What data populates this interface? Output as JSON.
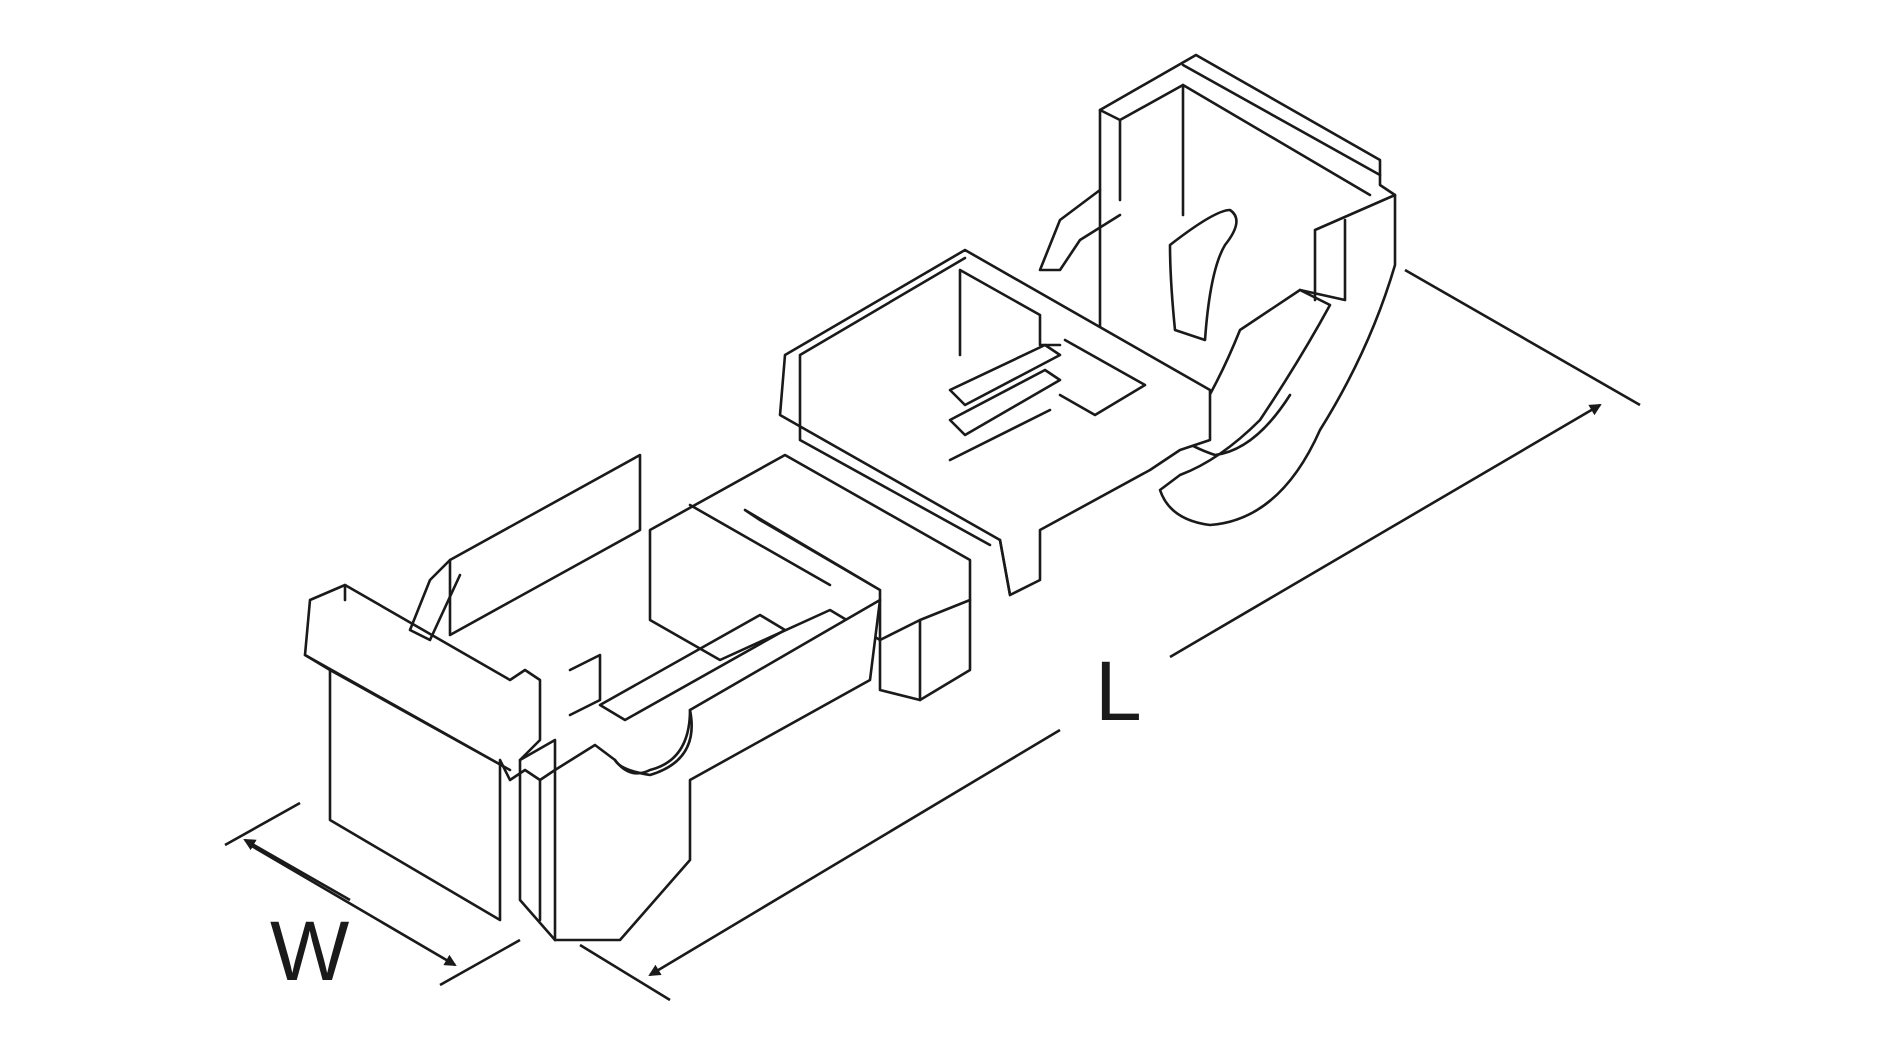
{
  "diagram": {
    "subject": "connector-line-drawing",
    "dimensions": {
      "length_label": "L",
      "width_label": "W"
    },
    "colors": {
      "line": "#1a1a1a",
      "background": "#ffffff"
    }
  }
}
